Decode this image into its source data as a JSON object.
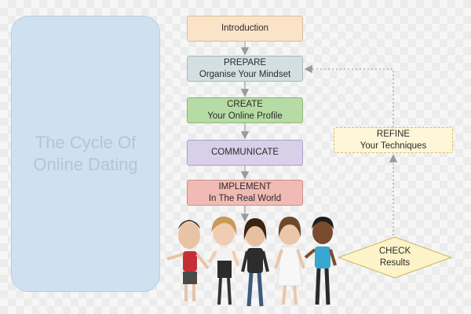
{
  "panel": {
    "line1": "The Cycle Of",
    "line2": "Online Dating"
  },
  "steps": {
    "introduction": {
      "text": "Introduction"
    },
    "prepare": {
      "title": "PREPARE",
      "subtitle": "Organise Your Mindset"
    },
    "create": {
      "title": "CREATE",
      "subtitle": "Your Online Profile"
    },
    "communicate": {
      "title": "COMMUNICATE"
    },
    "implement": {
      "title": "IMPLEMENT",
      "subtitle": "In The Real World"
    },
    "refine": {
      "title": "REFINE",
      "subtitle": "Your Techniques"
    },
    "check": {
      "title": "CHECK",
      "subtitle": "Results"
    }
  },
  "colors": {
    "introduction": "#fbe3c7",
    "prepare": "#d3dfe2",
    "create": "#b6dba4",
    "communicate": "#d8cfe9",
    "implement": "#f1bab4",
    "refine": "#fdf6d8",
    "check": "#fdf3c8",
    "panel": "#cfe0f0"
  },
  "illustration": {
    "figures": [
      "cartoon-person",
      "cartoon-person",
      "cartoon-person",
      "cartoon-person",
      "cartoon-person"
    ]
  }
}
